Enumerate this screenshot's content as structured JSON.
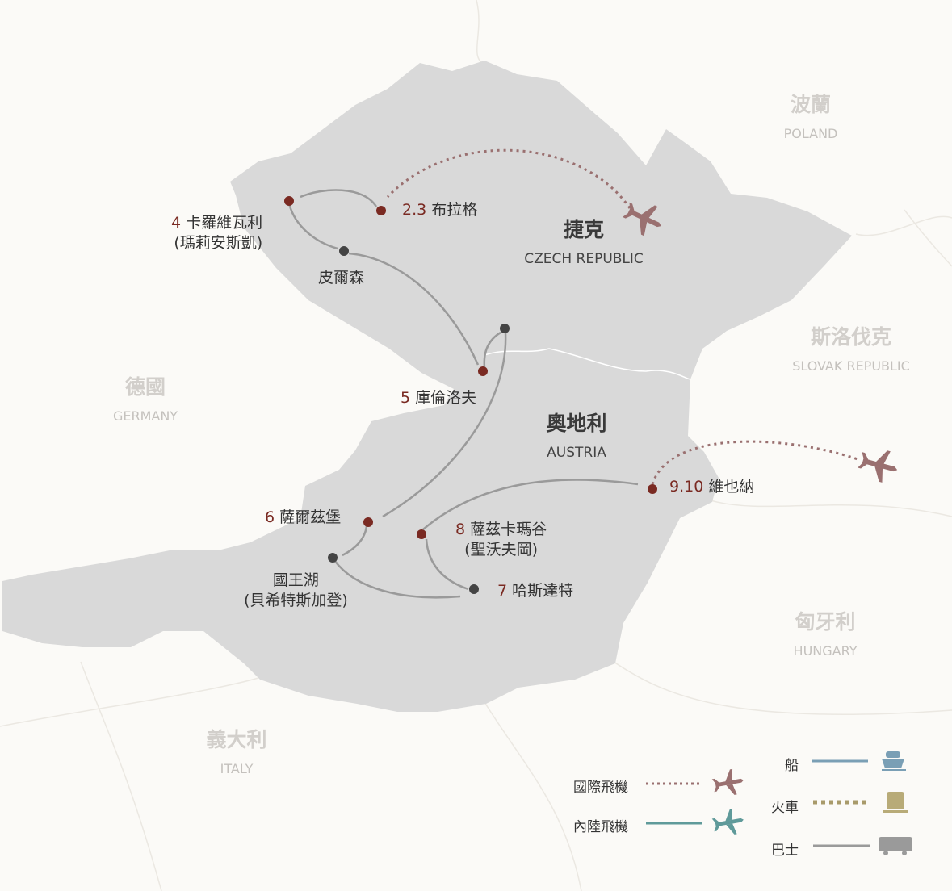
{
  "countries": {
    "poland": {
      "zh": "波蘭",
      "en": "POLAND"
    },
    "slovakia": {
      "zh": "斯洛伐克",
      "en": "SLOVAK REPUBLIC"
    },
    "germany": {
      "zh": "德國",
      "en": "GERMANY"
    },
    "hungary": {
      "zh": "匈牙利",
      "en": "HUNGARY"
    },
    "italy": {
      "zh": "義大利",
      "en": "ITALY"
    },
    "czech": {
      "zh": "捷克",
      "en": "CZECH REPUBLIC"
    },
    "austria": {
      "zh": "奧地利",
      "en": "AUSTRIA"
    }
  },
  "stops": {
    "prague": {
      "num": "2.3",
      "name": "布拉格"
    },
    "karlovy": {
      "num": "4",
      "name": "卡羅維瓦利",
      "sub": "(瑪莉安斯凱)"
    },
    "plzen": {
      "name": "皮爾森"
    },
    "krumlov": {
      "num": "5",
      "name": "庫倫洛夫"
    },
    "salzburg": {
      "num": "6",
      "name": "薩爾茲堡"
    },
    "konigssee": {
      "name": "國王湖",
      "sub": "(貝希特斯加登)"
    },
    "hallstatt": {
      "num": "7",
      "name": "哈斯達特"
    },
    "salzkammergut": {
      "num": "8",
      "name": "薩茲卡瑪谷",
      "sub": "(聖沃夫岡)"
    },
    "vienna": {
      "num": "9.10",
      "name": "維也納"
    }
  },
  "legend": {
    "intl_flight": "國際飛機",
    "domestic_flight": "內陸飛機",
    "ship": "船",
    "train": "火車",
    "bus": "巴士"
  },
  "colors": {
    "land": "#d9d9d9",
    "stop": "#7a2a22",
    "waypoint": "#444444",
    "route": "#9a9a9a",
    "flight": "#9a7070",
    "domestic": "#5f9a9a",
    "ship": "#7a9fb5",
    "train": "#a89a6a"
  }
}
